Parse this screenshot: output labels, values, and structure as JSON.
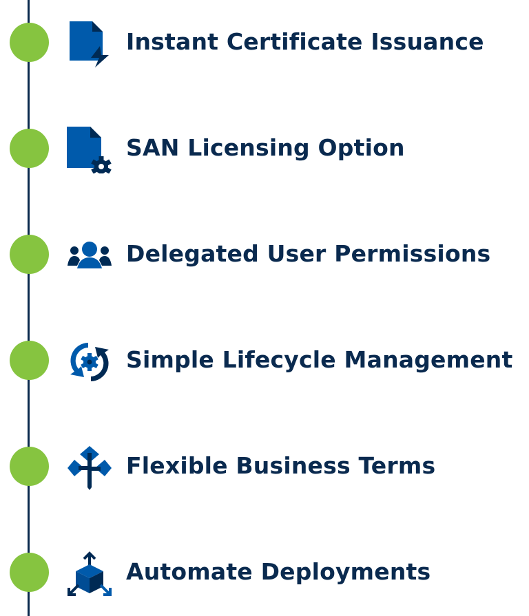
{
  "colors": {
    "accent_green": "#86c440",
    "icon_blue": "#005aab",
    "icon_navy": "#002a54",
    "text": "#0a2a4f"
  },
  "items": [
    {
      "label": "Instant Certificate Issuance",
      "icon": "document-lightning-icon"
    },
    {
      "label": "SAN Licensing Option",
      "icon": "document-gear-icon"
    },
    {
      "label": "Delegated User Permissions",
      "icon": "user-group-icon"
    },
    {
      "label": "Simple Lifecycle Management",
      "icon": "gear-cycle-icon"
    },
    {
      "label": "Flexible Business Terms",
      "icon": "directional-arrows-icon"
    },
    {
      "label": "Automate Deployments",
      "icon": "cube-arrows-icon"
    }
  ]
}
